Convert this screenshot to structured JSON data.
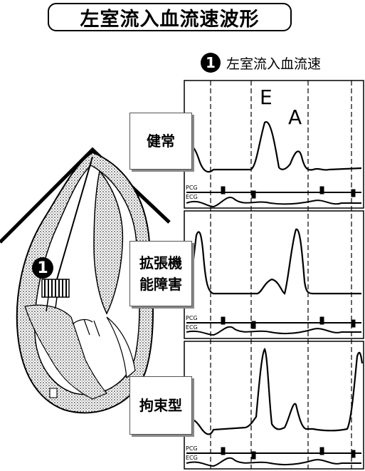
{
  "title": "左室流入血流速波形",
  "legend": {
    "number": "1",
    "label": "左室流入血流速"
  },
  "heart_marker": "1",
  "panels": [
    {
      "label_lines": [
        "健常"
      ],
      "peaks": [
        "E",
        "A"
      ],
      "pcg": "PCG",
      "ecg": "ECG"
    },
    {
      "label_lines": [
        "拡張機",
        "能障害"
      ],
      "pcg": "PCG",
      "ecg": "ECG"
    },
    {
      "label_lines": [
        "拘束型"
      ],
      "pcg": "PCG",
      "ecg": "ECG"
    }
  ]
}
